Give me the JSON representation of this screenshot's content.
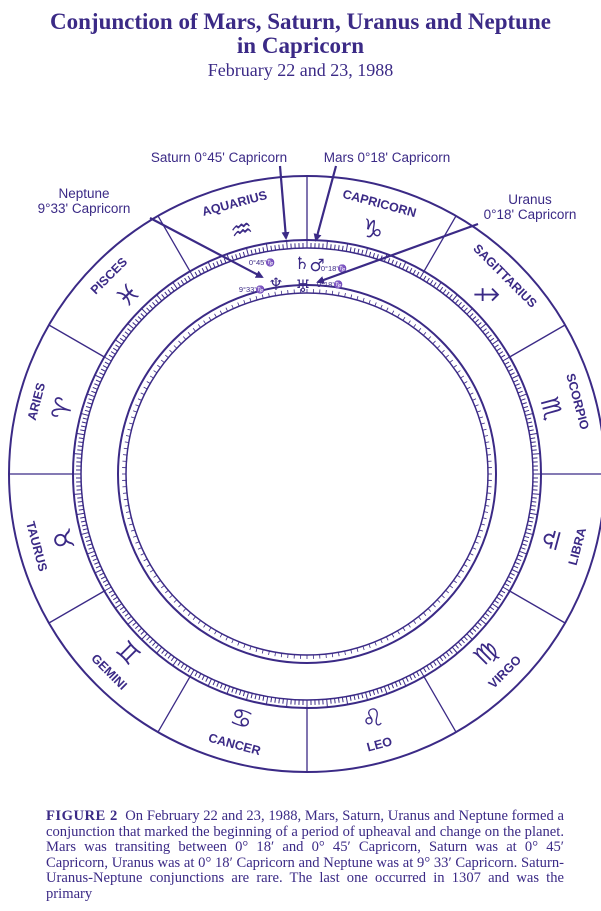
{
  "header": {
    "title_line1": "Conjunction of Mars, Saturn, Uranus and Neptune",
    "title_line2": "in Capricorn",
    "dates": "February 22 and 23, 1988"
  },
  "wheel": {
    "signs": [
      {
        "name": "CAPRICORN",
        "symbol": "♑",
        "icon": "capricorn-icon"
      },
      {
        "name": "SAGITTARIUS",
        "symbol": "♐",
        "icon": "sagittarius-icon"
      },
      {
        "name": "SCORPIO",
        "symbol": "♏",
        "icon": "scorpio-icon"
      },
      {
        "name": "LIBRA",
        "symbol": "♎",
        "icon": "libra-icon"
      },
      {
        "name": "VIRGO",
        "symbol": "♍",
        "icon": "virgo-icon"
      },
      {
        "name": "LEO",
        "symbol": "♌",
        "icon": "leo-icon"
      },
      {
        "name": "CANCER",
        "symbol": "♋",
        "icon": "cancer-icon"
      },
      {
        "name": "GEMINI",
        "symbol": "♊",
        "icon": "gemini-icon"
      },
      {
        "name": "TAURUS",
        "symbol": "♉",
        "icon": "taurus-icon"
      },
      {
        "name": "ARIES",
        "symbol": "♈",
        "icon": "aries-icon"
      },
      {
        "name": "PISCES",
        "symbol": "♓",
        "icon": "pisces-icon"
      },
      {
        "name": "AQUARIUS",
        "symbol": "♒",
        "icon": "aquarius-icon"
      }
    ],
    "planets": {
      "saturn": {
        "symbol": "♄",
        "degree": "0°45'♑",
        "icon": "saturn-icon"
      },
      "mars": {
        "symbol": "♂",
        "degree": "0°18'♑",
        "icon": "mars-icon"
      },
      "uranus": {
        "symbol": "♅",
        "degree": "0°18'♑",
        "icon": "uranus-icon"
      },
      "neptune": {
        "symbol": "♆",
        "degree": "9°33'♑",
        "icon": "neptune-icon"
      }
    }
  },
  "callouts": {
    "saturn": "Saturn 0°45' Capricorn",
    "mars": "Mars 0°18' Capricorn",
    "neptune_line1": "Neptune",
    "neptune_line2": "9°33' Capricorn",
    "uranus_line1": "Uranus",
    "uranus_line2": "0°18' Capricorn"
  },
  "caption": {
    "label": "FIGURE 2",
    "text": "On February 22 and 23, 1988, Mars, Saturn, Uranus and Neptune formed a conjunction that marked the beginning of a period of upheaval and change on the planet. Mars was transiting between 0° 18′ and 0° 45′ Capricorn, Saturn was at 0° 45′ Capricorn, Uranus was at 0° 18′ Capricorn and Neptune was at 9° 33′ Capricorn. Saturn-Uranus-Neptune conjunctions are rare. The last one occurred in 1307 and was the primary"
  },
  "colors": {
    "ink": "#3b2a86",
    "background": "#ffffff"
  }
}
